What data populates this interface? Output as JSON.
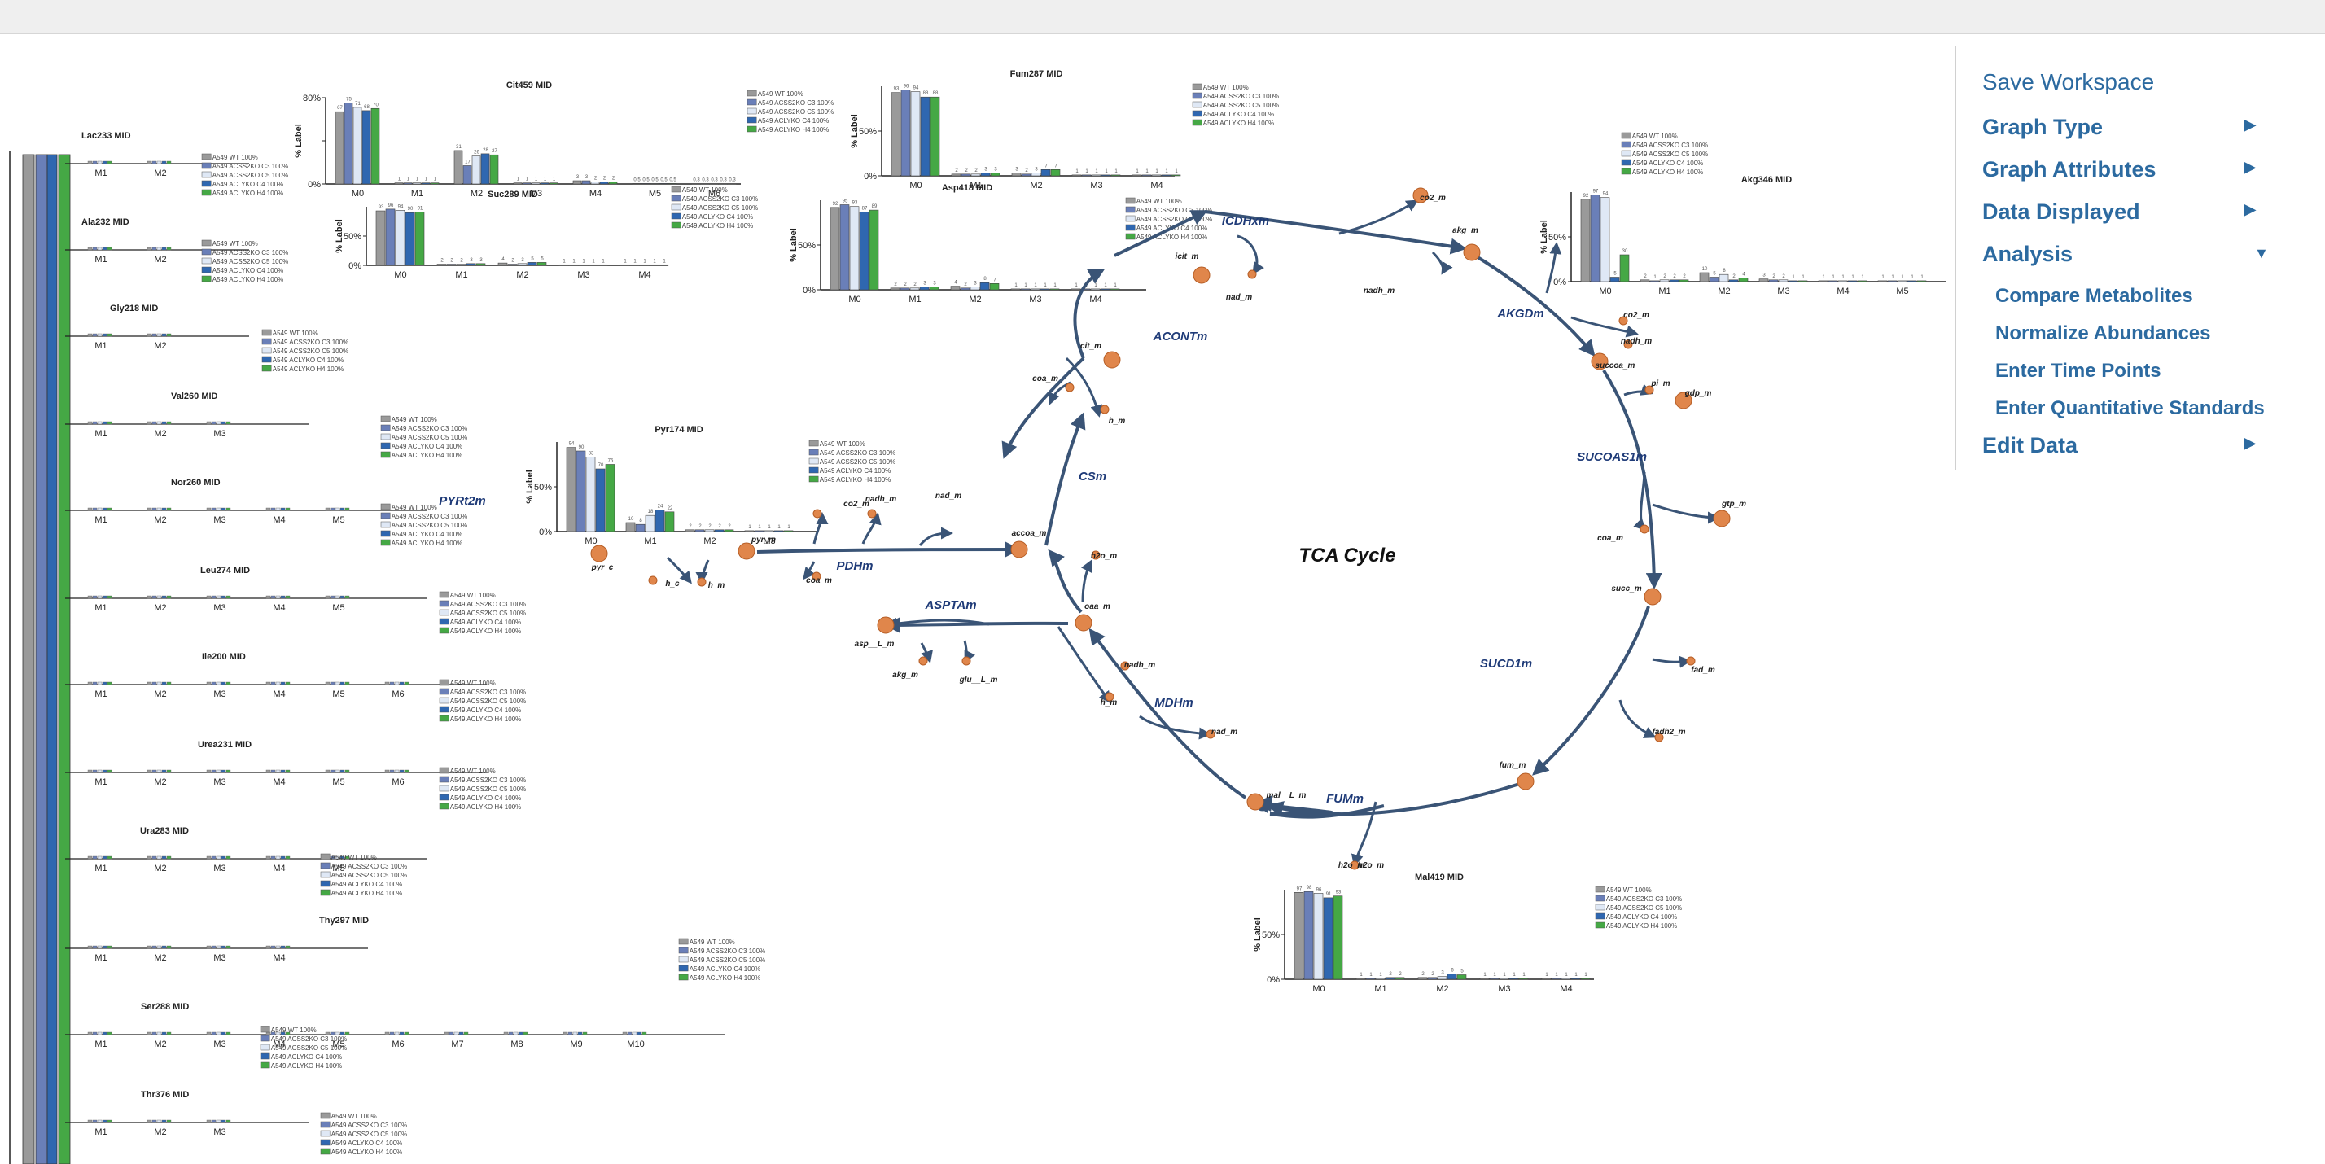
{
  "menu": {
    "save": "Save Workspace",
    "items": [
      {
        "label": "Graph Type",
        "arrow": "▶"
      },
      {
        "label": "Graph Attributes",
        "arrow": "▶"
      },
      {
        "label": "Data Displayed",
        "arrow": "▶"
      },
      {
        "label": "Analysis",
        "arrow": "▼"
      },
      {
        "label": "Edit Data",
        "arrow": "▶"
      }
    ],
    "analysis_sub": [
      "Compare Metabolites",
      "Normalize Abundances",
      "Enter Time Points",
      "Enter Quantitative Standards"
    ]
  },
  "pathway": {
    "title": "TCA Cycle",
    "reactions": [
      "ICDHxm",
      "ACONTm",
      "CSm",
      "AKGDm",
      "SUCOAS1m",
      "SUCD1m",
      "FUMm",
      "MDHm",
      "ASPTAm",
      "PDHm",
      "PYRt2m"
    ],
    "metabolites": [
      "co2_m",
      "icit_m",
      "akg_m",
      "nadh_m",
      "nad_m",
      "cit_m",
      "coa_m",
      "h_m",
      "co2_m",
      "nadh_m",
      "succoa_m",
      "pi_m",
      "gdp_m",
      "gtp_m",
      "coa_m",
      "succ_m",
      "fad_m",
      "fadh2_m",
      "fum_m",
      "mal__L_m",
      "h2o_m",
      "oaa_m",
      "nadh_m",
      "h_m",
      "nad_m",
      "h2o_m",
      "accoa_m",
      "pyr_m",
      "coa_m",
      "co2_m",
      "nadh_m",
      "nad_m",
      "pyr_c",
      "h_c",
      "h_m",
      "asp__L_m",
      "akg_m",
      "glu__L_m",
      "h2o_m"
    ]
  },
  "legend_series": [
    "A549 WT 100%",
    "A549 ACSS2KO C3 100%",
    "A549 ACSS2KO C5 100%",
    "A549 ACLYKO C4 100%",
    "A549 ACLYKO H4 100%"
  ],
  "series_colors": [
    "#9a9a9a",
    "#6a7fb8",
    "#dfe8f5",
    "#2f67b0",
    "#45a845"
  ],
  "common": {
    "ylabel": "% Label",
    "tick_80": "80%",
    "tick_50": "50%",
    "tick_0": "0%"
  },
  "left_charts": [
    {
      "title": "Lac233 MID",
      "isotopologues": [
        "M1",
        "M2"
      ]
    },
    {
      "title": "Ala232 MID",
      "isotopologues": [
        "M1",
        "M2"
      ]
    },
    {
      "title": "Gly218 MID",
      "isotopologues": [
        "M1",
        "M2"
      ]
    },
    {
      "title": "Val260 MID",
      "isotopologues": [
        "M1",
        "M2",
        "M3"
      ]
    },
    {
      "title": "Nor260 MID",
      "isotopologues": [
        "M1",
        "M2",
        "M3",
        "M4",
        "M5"
      ]
    },
    {
      "title": "Leu274 MID",
      "isotopologues": [
        "M1",
        "M2",
        "M3",
        "M4",
        "M5"
      ]
    },
    {
      "title": "Ile200 MID",
      "isotopologues": [
        "M1",
        "M2",
        "M3",
        "M4",
        "M5",
        "M6"
      ]
    },
    {
      "title": "Urea231 MID",
      "isotopologues": [
        "M1",
        "M2",
        "M3",
        "M4",
        "M5",
        "M6"
      ]
    },
    {
      "title": "Ura283 MID",
      "isotopologues": [
        "M1",
        "M2",
        "M3",
        "M4",
        "M5"
      ]
    },
    {
      "title": "Thy297 MID",
      "isotopologues": [
        "M1",
        "M2",
        "M3",
        "M4"
      ]
    },
    {
      "title": "Ser288 MID",
      "isotopologues": [
        "M1",
        "M2",
        "M3",
        "M4",
        "M5",
        "M6",
        "M7",
        "M8",
        "M9",
        "M10"
      ]
    },
    {
      "title": "Thr376 MID",
      "isotopologues": [
        "M1",
        "M2",
        "M3"
      ]
    }
  ],
  "chart_data": [
    {
      "type": "bar",
      "title": "Cit459 MID",
      "ylabel": "% Label",
      "categories": [
        "M0",
        "M1",
        "M2",
        "M3",
        "M4",
        "M5",
        "M6"
      ],
      "ylim": [
        0,
        80
      ],
      "series": [
        {
          "name": "A549 WT 100%",
          "values": [
            67,
            1,
            31,
            1,
            3,
            0.5,
            0.3
          ]
        },
        {
          "name": "A549 ACSS2KO C3 100%",
          "values": [
            75,
            1,
            17,
            1,
            3,
            0.5,
            0.3
          ]
        },
        {
          "name": "A549 ACSS2KO C5 100%",
          "values": [
            71,
            1,
            26,
            1,
            2,
            0.5,
            0.3
          ]
        },
        {
          "name": "A549 ACLYKO C4 100%",
          "values": [
            68,
            1,
            28,
            1,
            2,
            0.5,
            0.3
          ]
        },
        {
          "name": "A549 ACLYKO H4 100%",
          "values": [
            70,
            1,
            27,
            1,
            2,
            0.5,
            0.3
          ]
        }
      ]
    },
    {
      "type": "bar",
      "title": "Fum287 MID",
      "ylabel": "% Label",
      "categories": [
        "M0",
        "M1",
        "M2",
        "M3",
        "M4"
      ],
      "ylim": [
        0,
        100
      ],
      "series": [
        {
          "name": "A549 WT 100%",
          "values": [
            93,
            2,
            3,
            1,
            1
          ]
        },
        {
          "name": "A549 ACSS2KO C3 100%",
          "values": [
            96,
            2,
            2,
            1,
            1
          ]
        },
        {
          "name": "A549 ACSS2KO C5 100%",
          "values": [
            94,
            2,
            3,
            1,
            1
          ]
        },
        {
          "name": "A549 ACLYKO C4 100%",
          "values": [
            88,
            3,
            7,
            1,
            1
          ]
        },
        {
          "name": "A549 ACLYKO H4 100%",
          "values": [
            88,
            3,
            7,
            1,
            1
          ]
        }
      ]
    },
    {
      "type": "bar",
      "title": "Suc289 MID",
      "ylabel": "% Label",
      "categories": [
        "M0",
        "M1",
        "M2",
        "M3",
        "M4"
      ],
      "ylim": [
        0,
        100
      ],
      "series": [
        {
          "name": "A549 WT 100%",
          "values": [
            93,
            2,
            4,
            1,
            1
          ]
        },
        {
          "name": "A549 ACSS2KO C3 100%",
          "values": [
            96,
            2,
            2,
            1,
            1
          ]
        },
        {
          "name": "A549 ACSS2KO C5 100%",
          "values": [
            94,
            2,
            3,
            1,
            1
          ]
        },
        {
          "name": "A549 ACLYKO C4 100%",
          "values": [
            90,
            3,
            5,
            1,
            1
          ]
        },
        {
          "name": "A549 ACLYKO H4 100%",
          "values": [
            91,
            3,
            5,
            1,
            1
          ]
        }
      ]
    },
    {
      "type": "bar",
      "title": "Asp418 MID",
      "ylabel": "% Label",
      "categories": [
        "M0",
        "M1",
        "M2",
        "M3",
        "M4"
      ],
      "ylim": [
        0,
        100
      ],
      "series": [
        {
          "name": "A549 WT 100%",
          "values": [
            92,
            2,
            4,
            1,
            1
          ]
        },
        {
          "name": "A549 ACSS2KO C3 100%",
          "values": [
            95,
            2,
            2,
            1,
            1
          ]
        },
        {
          "name": "A549 ACSS2KO C5 100%",
          "values": [
            93,
            2,
            3,
            1,
            1
          ]
        },
        {
          "name": "A549 ACLYKO C4 100%",
          "values": [
            87,
            3,
            8,
            1,
            1
          ]
        },
        {
          "name": "A549 ACLYKO H4 100%",
          "values": [
            89,
            3,
            7,
            1,
            1
          ]
        }
      ]
    },
    {
      "type": "bar",
      "title": "Akg346 MID",
      "ylabel": "% Label",
      "categories": [
        "M0",
        "M1",
        "M2",
        "M3",
        "M4",
        "M5"
      ],
      "ylim": [
        0,
        100
      ],
      "series": [
        {
          "name": "A549 WT 100%",
          "values": [
            92,
            2,
            10,
            3,
            1,
            1
          ]
        },
        {
          "name": "A549 ACSS2KO C3 100%",
          "values": [
            97,
            1,
            5,
            2,
            1,
            1
          ]
        },
        {
          "name": "A549 ACSS2KO C5 100%",
          "values": [
            94,
            2,
            8,
            2,
            1,
            1
          ]
        },
        {
          "name": "A549 ACLYKO C4 100%",
          "values": [
            5,
            2,
            2,
            1,
            1,
            1
          ]
        },
        {
          "name": "A549 ACLYKO H4 100%",
          "values": [
            30,
            2,
            4,
            1,
            1,
            1
          ]
        }
      ]
    },
    {
      "type": "bar",
      "title": "Pyr174 MID",
      "ylabel": "% Label",
      "categories": [
        "M0",
        "M1",
        "M2",
        "M3"
      ],
      "ylim": [
        0,
        100
      ],
      "series": [
        {
          "name": "A549 WT 100%",
          "values": [
            94,
            10,
            2,
            1
          ]
        },
        {
          "name": "A549 ACSS2KO C3 100%",
          "values": [
            90,
            8,
            2,
            1
          ]
        },
        {
          "name": "A549 ACSS2KO C5 100%",
          "values": [
            83,
            18,
            2,
            1
          ]
        },
        {
          "name": "A549 ACLYKO C4 100%",
          "values": [
            70,
            24,
            2,
            1
          ]
        },
        {
          "name": "A549 ACLYKO H4 100%",
          "values": [
            75,
            22,
            2,
            1
          ]
        }
      ]
    },
    {
      "type": "bar",
      "title": "Mal419 MID",
      "ylabel": "% Label",
      "categories": [
        "M0",
        "M1",
        "M2",
        "M3",
        "M4"
      ],
      "ylim": [
        0,
        100
      ],
      "series": [
        {
          "name": "A549 WT 100%",
          "values": [
            97,
            1,
            2,
            1,
            1
          ]
        },
        {
          "name": "A549 ACSS2KO C3 100%",
          "values": [
            98,
            1,
            2,
            1,
            1
          ]
        },
        {
          "name": "A549 ACSS2KO C5 100%",
          "values": [
            96,
            1,
            3,
            1,
            1
          ]
        },
        {
          "name": "A549 ACLYKO C4 100%",
          "values": [
            91,
            2,
            6,
            1,
            1
          ]
        },
        {
          "name": "A549 ACLYKO H4 100%",
          "values": [
            93,
            2,
            5,
            1,
            1
          ]
        }
      ]
    }
  ]
}
